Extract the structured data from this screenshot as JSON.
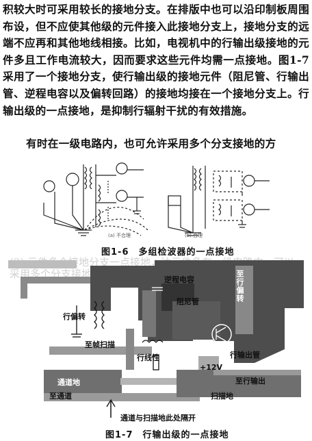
{
  "text": {
    "paragraph1": "积较大时可采用较长的接地分支。在排版中也可以沿印制板周围布设，但不应使其他级的元件接入此接地分支上，接地分支的远端不应再和其他地线相接。比如，电视机中的行输出级接地的元件多且工作电流较大，因而要求这些元件均需一点接地。图1-7采用了一个接地分支，使行输出级的接地元件（阻尼管、行输出管、逆程电容以及偏转回路）的接地均接在一个接地分支上。行输出级的一点接地，是抑制行辐射干扰的有效措施。",
    "paragraph2": "有时在一级电路内，也可允许采用多个分支接地的方"
  },
  "figure6": {
    "sub_a": "(a) 不合理",
    "sub_b": "(b) 合理",
    "caption": "图1-6　多组检波器的一点接地"
  },
  "figure7": {
    "ghost_text": "(2) 元件多个接地分支一点接地，往元件多在一级电路内，可以采用多个分支接地的方式，元件较多，",
    "labels": {
      "reverse_cap": "逆程电容",
      "to_deflection_coil": "至行偏转",
      "damper": "阻尼管",
      "deflection": "行偏转",
      "to_frame_scan": "至帧扫描",
      "line_linearity": "行线性",
      "output_tube": "行输出管",
      "plus12v": "+12V",
      "to_line_out": "至行输出",
      "channel_ground": "通道地",
      "to_channel": "至通道",
      "scan_ground": "扫描地",
      "separation_note": "通道与扫描地此处隔开"
    },
    "caption": "图1-7　行输出级的一点接地"
  }
}
